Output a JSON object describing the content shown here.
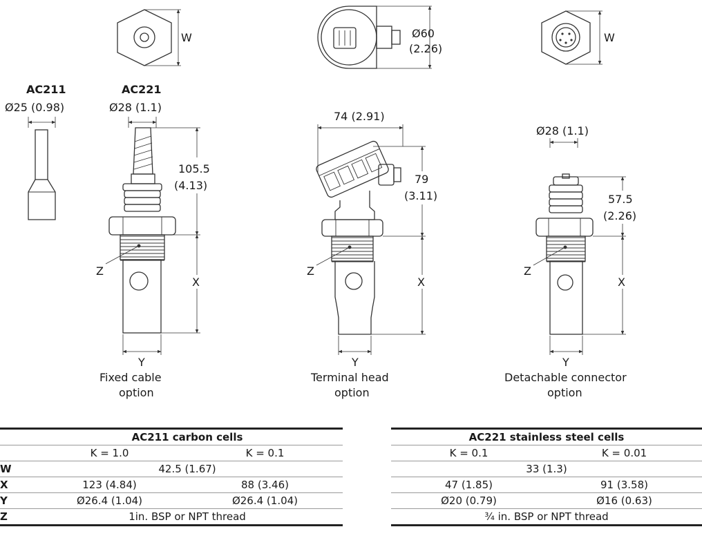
{
  "labels": {
    "w": "W",
    "x": "X",
    "y": "Y",
    "z": "Z",
    "ac211_title": "AC211",
    "ac211_dia": "Ø25 (0.98)",
    "ac221_title": "AC221",
    "ac221_dia": "Ø28 (1.1)",
    "fixed_height_1": "105.5",
    "fixed_height_2": "(4.13)",
    "head_dia_1": "Ø60",
    "head_dia_2": "(2.26)",
    "head_width": "74 (2.91)",
    "head_height_1": "79",
    "head_height_2": "(3.11)",
    "conn_dia": "Ø28 (1.1)",
    "conn_height_1": "57.5",
    "conn_height_2": "(2.26)"
  },
  "captions": {
    "fixed_1": "Fixed cable",
    "fixed_2": "option",
    "terminal_1": "Terminal head",
    "terminal_2": "option",
    "detach_1": "Detachable connector",
    "detach_2": "option"
  },
  "table_ac211": {
    "title": "AC211 carbon cells",
    "col1": "K = 1.0",
    "col2": "K = 0.1",
    "w_label": "W",
    "w_value": "42.5 (1.67)",
    "x_label": "X",
    "x_v1": "123 (4.84)",
    "x_v2": "88 (3.46)",
    "y_label": "Y",
    "y_v1": "Ø26.4 (1.04)",
    "y_v2": "Ø26.4 (1.04)",
    "z_label": "Z",
    "z_value": "1in. BSP or NPT thread"
  },
  "table_ac221": {
    "title": "AC221 stainless steel cells",
    "col1": "K = 0.1",
    "col2": "K = 0.01",
    "w_value": "33 (1.3)",
    "x_v1": "47 (1.85)",
    "x_v2": "91 (3.58)",
    "y_v1": "Ø20 (0.79)",
    "y_v2": "Ø16 (0.63)",
    "z_value": "¾ in. BSP or NPT thread"
  }
}
